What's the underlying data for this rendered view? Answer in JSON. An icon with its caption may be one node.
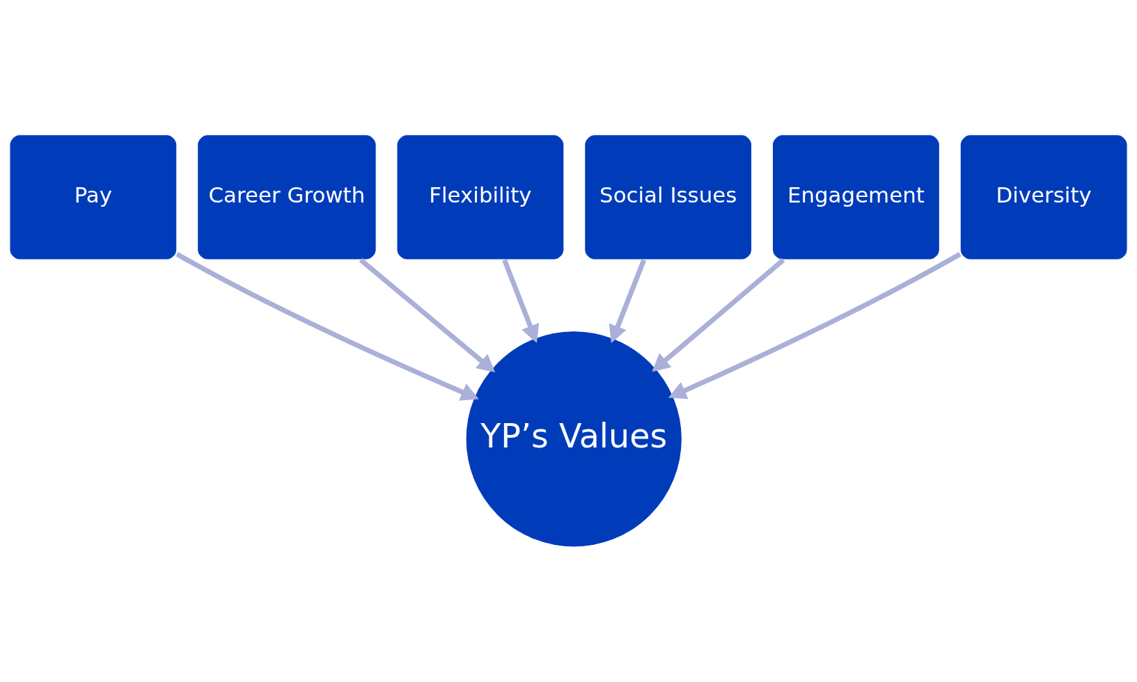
{
  "diagram": {
    "nodes": [
      {
        "text": [
          "Pay"
        ]
      },
      {
        "text": [
          "Career Growth"
        ]
      },
      {
        "text": [
          "Flexibility"
        ]
      },
      {
        "text": [
          "Social Issues"
        ]
      },
      {
        "text": [
          "Engagement"
        ]
      },
      {
        "text": [
          "Diversity"
        ]
      },
      {
        "text": [
          "YP’s Values"
        ]
      }
    ],
    "edges": [
      {
        "from": 0,
        "to": 6,
        "arrow": "to"
      },
      {
        "from": 1,
        "to": 6,
        "arrow": "to"
      },
      {
        "from": 2,
        "to": 6,
        "arrow": "to"
      },
      {
        "from": 3,
        "to": 6,
        "arrow": "to"
      },
      {
        "from": 4,
        "to": 6,
        "arrow": "to"
      },
      {
        "from": 5,
        "to": 6,
        "arrow": "to"
      }
    ]
  }
}
